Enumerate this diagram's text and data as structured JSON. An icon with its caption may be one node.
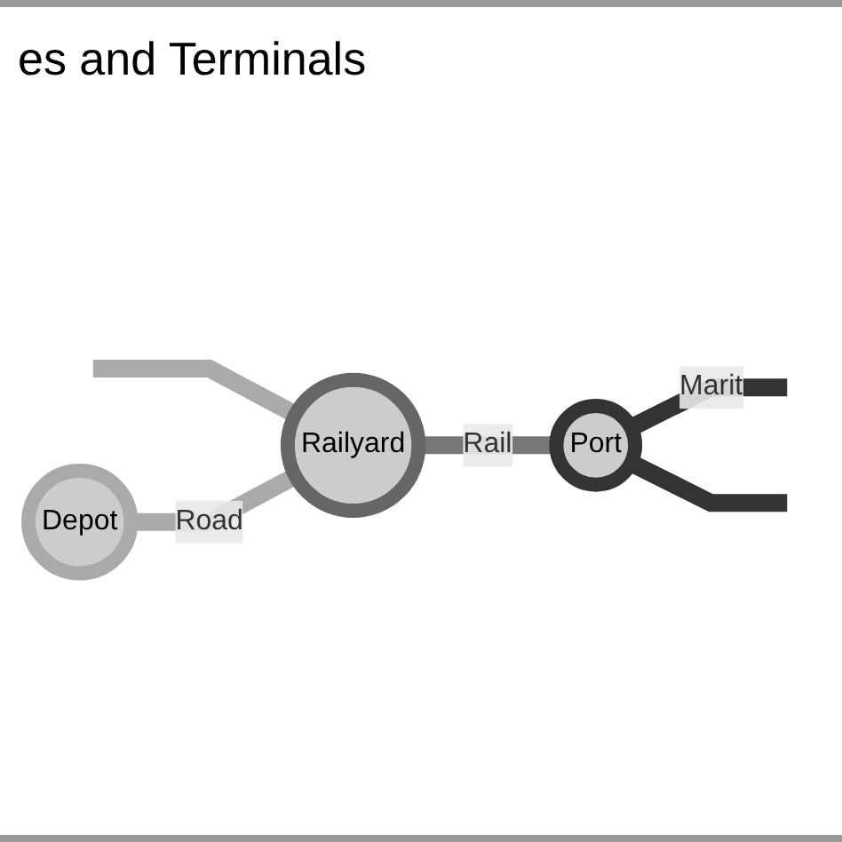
{
  "diagram": {
    "title": "es and Terminals",
    "nodes": [
      {
        "text": [
          "Railyard"
        ]
      },
      {
        "text": [
          "Port"
        ]
      },
      {
        "text": [
          "Depot"
        ]
      }
    ],
    "edges": [
      {
        "from": null,
        "to": 0,
        "arrow": "none",
        "color": "#aaaaaa"
      },
      {
        "from": 2,
        "to": 0,
        "arrow": "none",
        "label": "Road",
        "color": "#aaaaaa"
      },
      {
        "from": 0,
        "to": 1,
        "arrow": "none",
        "label": "Rail",
        "color": "#777777"
      },
      {
        "from": 1,
        "to": null,
        "arrow": "none",
        "label": "Marit",
        "color": "#333333"
      },
      {
        "from": 1,
        "to": null,
        "arrow": "none",
        "color": "#333333"
      }
    ]
  }
}
